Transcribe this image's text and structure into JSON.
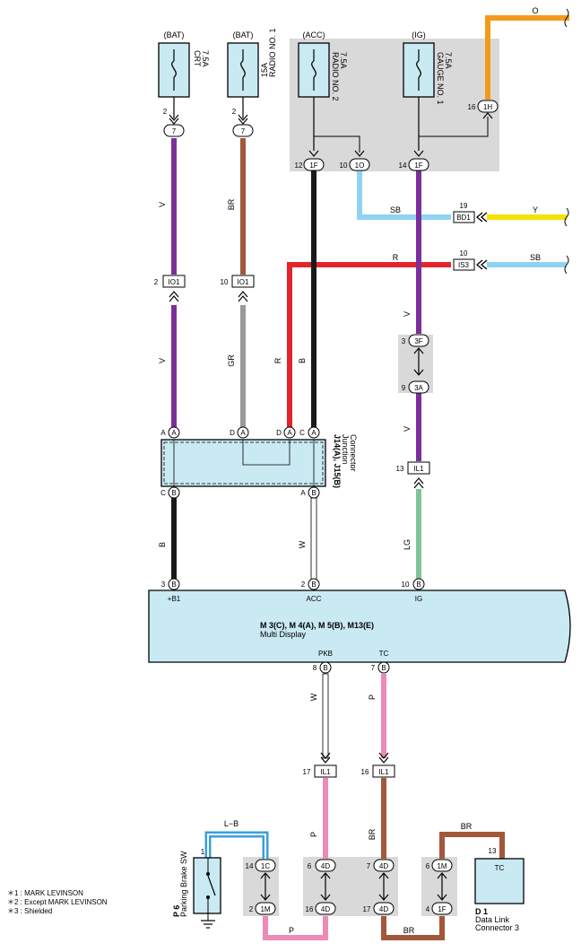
{
  "power": {
    "bat1": "(BAT)",
    "bat2": "(BAT)",
    "acc": "(ACC)",
    "ig": "(IG)"
  },
  "fuses": {
    "crt": {
      "rating": "7.5A",
      "name": "CRT"
    },
    "radio1": {
      "rating": "15A",
      "name": "RADIO NO. 1"
    },
    "radio2": {
      "rating": "7.5A",
      "name": "RADIO NO. 2"
    },
    "gauge1": {
      "rating": "7.5A",
      "name": "GAUGE NO. 1"
    }
  },
  "connectors": {
    "c7": "7",
    "io1": "IO1",
    "c1f": "1F",
    "c1o": "1O",
    "c1h": "1H",
    "bd1": "BD1",
    "is3": "IS3",
    "c3f": "3F",
    "c3a": "3A",
    "il1": "IL1",
    "a": "A",
    "b": "B",
    "c": "C",
    "d": "D",
    "c1c": "1C",
    "c1m": "1M",
    "c4d": "4D",
    "tc": "TC"
  },
  "pins": {
    "p2": "2",
    "p10": "10",
    "p12": "12",
    "p14": "14",
    "p16": "16",
    "p19": "19",
    "p3": "3",
    "p9": "9",
    "p13": "13",
    "p8": "8",
    "p7": "7",
    "p17": "17",
    "p6": "6",
    "p4": "4",
    "p1": "1"
  },
  "wires": {
    "O": "O",
    "V": "V",
    "BR": "BR",
    "SB": "SB",
    "Y": "Y",
    "R": "R",
    "GR": "GR",
    "B": "B",
    "W": "W",
    "LG": "LG",
    "P": "P",
    "LB": "L−B"
  },
  "junction": {
    "code": "J14(A), J15(B)",
    "line1": "Junction",
    "line2": "Connector"
  },
  "display": {
    "code": "M 3(C), M 4(A), M 5(B), M13(E)",
    "name": "Multi Display",
    "b1": "+B1",
    "acc": "ACC",
    "ig": "IG",
    "pkb": "PKB",
    "tc": "TC"
  },
  "parking": {
    "code": "P 6",
    "name": "Parking Brake SW"
  },
  "dlc": {
    "code": "D 1",
    "line1": "Data Link",
    "line2": "Connector 3",
    "tc": "TC"
  },
  "notes": [
    "＊1 : MARK LEVINSON",
    "＊2 : Except MARK LEVINSON",
    "＊3 : Shielded"
  ]
}
